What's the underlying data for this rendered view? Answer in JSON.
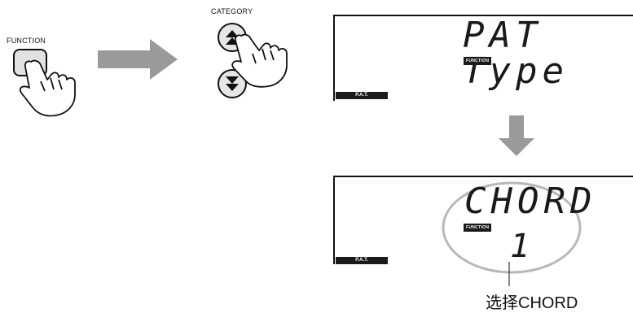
{
  "function_button": {
    "label": "FUNCTION"
  },
  "category_buttons": {
    "label": "CATEGORY"
  },
  "display_before": {
    "text": "PAT Type",
    "function_tag": "FUNCTION",
    "pat_tag": "P.A.T."
  },
  "display_after": {
    "text": "CHORD",
    "value": "1",
    "function_tag": "FUNCTION",
    "pat_tag": "P.A.T."
  },
  "caption": "选择CHORD",
  "colors": {
    "arrow": "#9a9a9a",
    "highlight_ellipse": "#b8b8b8",
    "outline": "#111111"
  }
}
